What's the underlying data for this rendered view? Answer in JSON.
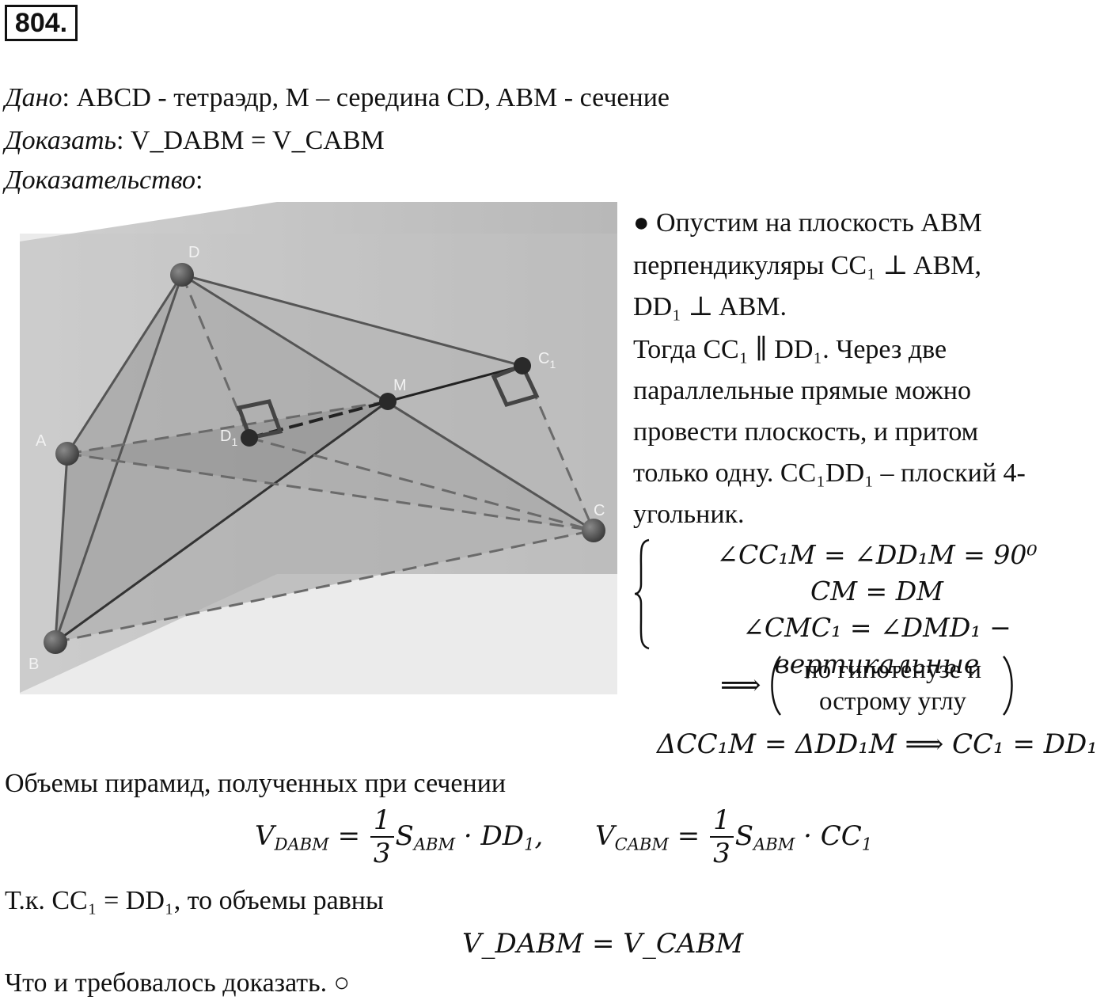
{
  "problem_number": "804.",
  "given": {
    "label": "Дано",
    "text": ": ABCD - тетраэдр, M – середина CD, ABM - сечение"
  },
  "prove": {
    "label": "Доказать",
    "text": ": V_DABM = V_CABM",
    "colon": ":",
    "V1": "V",
    "V1_sub": "DABM",
    "eq": " = ",
    "V2": "V",
    "V2_sub": "CABM"
  },
  "proof_label": "Доказательство",
  "proof_colon": ":",
  "figure": {
    "labels": {
      "A": "A",
      "B": "B",
      "C": "C",
      "D": "D",
      "M": "M",
      "C1": "C",
      "C1_sub": "1",
      "D1": "D",
      "D1_sub": "1"
    }
  },
  "right_text": {
    "l1": "● Опустим на плоскость ABM",
    "l2": "перпендикуляры CC₁ ⊥ ABM,",
    "l3": "DD₁ ⊥ ABM.",
    "l4": "Тогда CC₁ ∥ DD₁. Через две",
    "l5": "параллельные прямые можно",
    "l6": "провести плоскость, и притом",
    "l7": "только одну. CC₁DD₁ – плоский 4-",
    "l8": "угольник."
  },
  "system": {
    "line1": "∠CC₁M = ∠DD₁M = 90⁰",
    "line2": "CM = DM",
    "line3": "∠CMC₁ = ∠DMD₁ − вертикальные"
  },
  "implies": {
    "arrow": "⟹",
    "line1": "по гипотенузе и",
    "line2": "острому углу"
  },
  "congruence": "ΔCC₁M = ΔDD₁M ⟹ CC₁ = DD₁",
  "volumes_intro": "Объемы пирамид, полученных при сечении",
  "formula": {
    "left": "V_DABM = 1/3 S_ABM · DD₁,",
    "right": "V_CABM = 1/3 S_ABM · CC₁",
    "num": "1",
    "den": "3"
  },
  "since": "Т.к. CC₁ = DD₁, то объемы равны",
  "result": "V_DABM = V_CABM",
  "conclusion": "Что и требовалось доказать. ○"
}
